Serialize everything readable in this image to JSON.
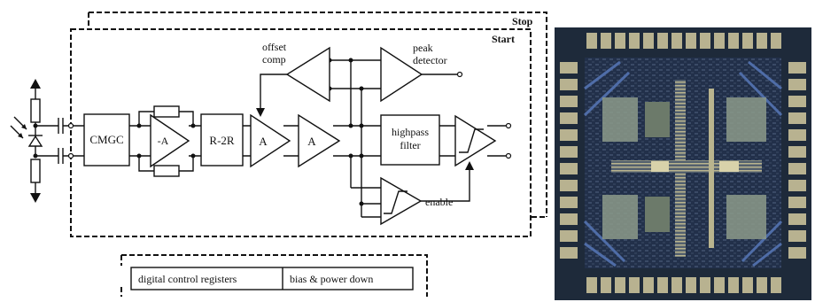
{
  "labels": {
    "stop": "Stop",
    "start": "Start",
    "cmgc": "CMGC",
    "neg_amp": "-A",
    "r2r": "R-2R",
    "amp1": "A",
    "amp2": "A",
    "offset": "offset",
    "comp": "comp",
    "peak": "peak",
    "detector": "detector",
    "highpass": "highpass",
    "filter": "filter",
    "enable": "enable",
    "digital_control": "digital control registers",
    "bias_power": "bias & power down"
  },
  "die_photo": {
    "colors": {
      "background": "#1e2a3a",
      "pad": "#b8b290",
      "metal": "#8c9a8a",
      "accent": "#4f6da8"
    }
  }
}
